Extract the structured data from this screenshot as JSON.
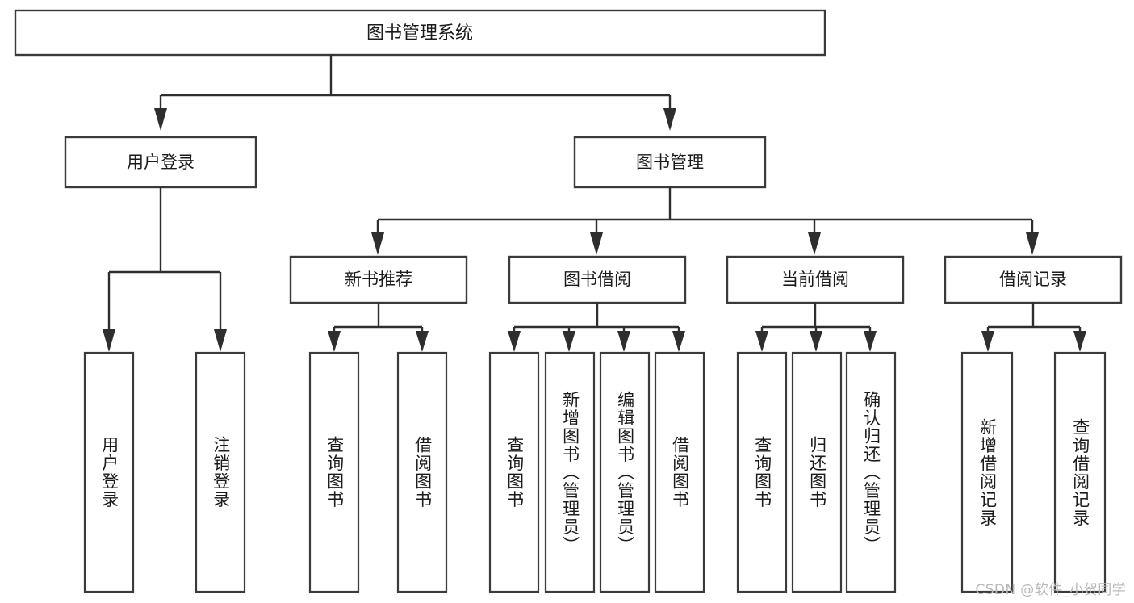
{
  "diagram": {
    "title": "图书管理系统",
    "type": "tree-hierarchy",
    "watermark": "CSDN @软件_小贺同学",
    "colors": {
      "box_stroke": "#3a3a3a",
      "connector": "#2e2e2e",
      "background": "#ffffff",
      "text": "#1b1b1b",
      "watermark": "#b9b9b9"
    },
    "root": {
      "label": "图书管理系统"
    },
    "level2": [
      {
        "label": "用户登录"
      },
      {
        "label": "图书管理"
      }
    ],
    "level3": [
      {
        "label": "新书推荐"
      },
      {
        "label": "图书借阅"
      },
      {
        "label": "当前借阅"
      },
      {
        "label": "借阅记录"
      }
    ],
    "leaves": {
      "user_login": [
        {
          "label": "用户登录"
        },
        {
          "label": "注销登录"
        }
      ],
      "new_book_recommend": [
        {
          "label": "查询图书"
        },
        {
          "label": "借阅图书"
        }
      ],
      "book_borrow": [
        {
          "label": "查询图书"
        },
        {
          "label": "新增图书（管理员）"
        },
        {
          "label": "编辑图书（管理员）"
        },
        {
          "label": "借阅图书"
        }
      ],
      "current_borrow": [
        {
          "label": "查询图书"
        },
        {
          "label": "归还图书"
        },
        {
          "label": "确认归还（管理员）"
        }
      ],
      "borrow_record": [
        {
          "label": "新增借阅记录"
        },
        {
          "label": "查询借阅记录"
        }
      ]
    }
  }
}
